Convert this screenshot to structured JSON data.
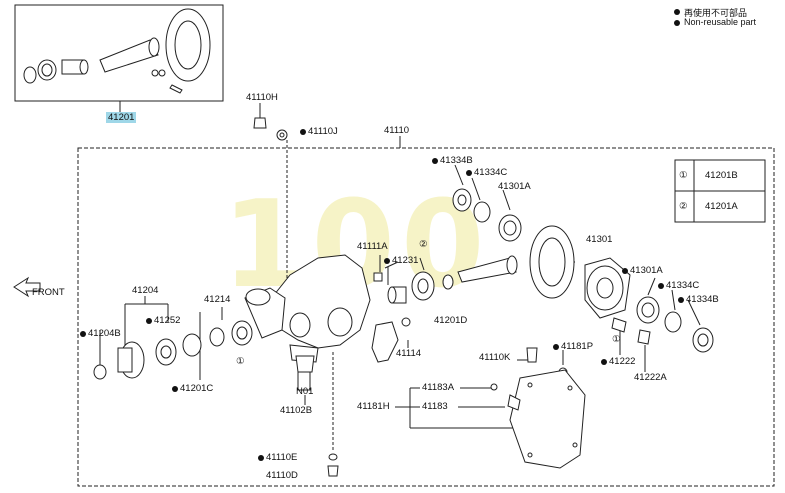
{
  "legend": {
    "reusable_jp": "再使用不可部品",
    "non_reusable": "Non-reusable part"
  },
  "watermark": "100",
  "front_label": "FRONT",
  "table": [
    {
      "key": "①",
      "value": "41201B"
    },
    {
      "key": "②",
      "value": "41201A"
    }
  ],
  "labels": {
    "l41201": "41201",
    "l41110H": "41110H",
    "l41110J": "41110J",
    "l41110": "41110",
    "l41334B_top": "41334B",
    "l41334C_top": "41334C",
    "l41301A_top": "41301A",
    "l41301": "41301",
    "l41111A": "41111A",
    "l41231": "41231",
    "l41201D": "41201D",
    "l41301A_right": "41301A",
    "l41334C_right": "41334C",
    "l41334B_right": "41334B",
    "l41204": "41204",
    "l41252": "41252",
    "l41204B": "41204B",
    "l41214": "41214",
    "l41201C": "41201C",
    "lN01": "N01",
    "l41102B": "41102B",
    "l41114": "41114",
    "l41110K": "41110K",
    "l41181P": "41181P",
    "l41222": "41222",
    "l41222A": "41222A",
    "l41183A": "41183A",
    "l41181H": "41181H",
    "l41183": "41183",
    "l41110E": "41110E",
    "l41110D": "41110D"
  },
  "markers": {
    "m1": "①",
    "m2": "②"
  }
}
